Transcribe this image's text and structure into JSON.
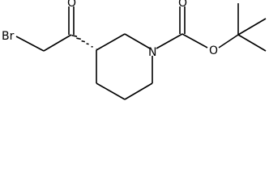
{
  "molecule": {
    "atoms": {
      "bromine": "Br",
      "ketone_oxygen": "O",
      "ring_nitrogen": "N",
      "carbamate_carbonyl_oxygen": "O",
      "carbamate_ester_oxygen": "O"
    },
    "stereo_bond": "hashed-wedge",
    "colors": {
      "bond": "#000000",
      "label": "#000000",
      "background": "#ffffff"
    }
  }
}
